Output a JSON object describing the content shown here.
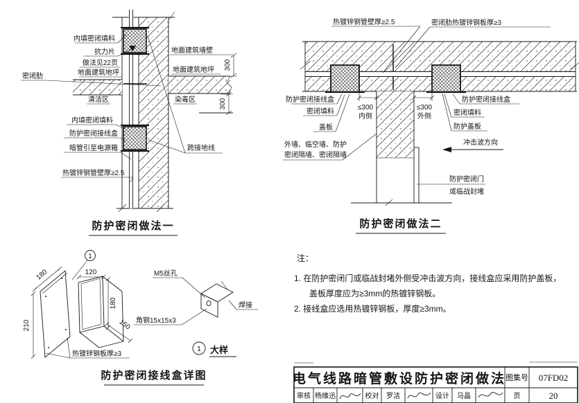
{
  "fig1": {
    "title": "防护密闭做法一",
    "labels": {
      "inner_fill_top": "内填密闭填料",
      "resist_plate": "抗力片",
      "method_ref": "做法见22页",
      "floor_left": "地面建筑地坪",
      "seal_rib": "密闭肋",
      "clean_zone": "清洁区",
      "wall_above": "地面建筑墙壁",
      "floor_right": "地面建筑地坪",
      "toxic_zone": "染毒区",
      "inner_fill_bottom": "内填密闭填料",
      "junction_box": "防护密闭接线盒",
      "conduit_to_panel": "暗管引至电源箱",
      "pipe_wall": "热镀锌钢管壁厚≥2.5",
      "bond_wire": "跨接地线"
    },
    "dims": {
      "d300_top": "300",
      "d300_bottom": "300"
    }
  },
  "fig2": {
    "title": "防护密闭做法二",
    "labels": {
      "pipe_wall": "热镀锌钢管壁厚≥2.5",
      "rib_plate": "密闭肋热镀锌钢板厚≥3",
      "junction_box_left": "防护密闭接线盒",
      "seal_fill_left": "密闭填料",
      "cover_plate": "盖板",
      "wall_list_line1": "外墙、临空墙、防护",
      "wall_list_line2": "密闭隔墙、密闭隔墙",
      "inner_side": "内侧",
      "outer_side": "外侧",
      "junction_box_right": "防护密闭接线盒",
      "seal_fill_right": "密闭填料",
      "protect_cover": "防护盖板",
      "shock_direction": "冲击波方向",
      "door_line1": "防护密闭门",
      "door_line2": "或临战封堵"
    },
    "dims": {
      "le300_inner": "≤300",
      "le300_outer": "≤300"
    }
  },
  "fig3": {
    "title": "防护密闭接线盒详图",
    "callout_no": "1",
    "detail_no": "1",
    "detail_label": "大样",
    "labels": {
      "m5_hole": "M5丝孔",
      "weld": "焊接",
      "angle_steel": "角钢15x15x3",
      "plate_thickness": "热镀锌钢板厚≥3"
    },
    "dims": {
      "d180_plate": "180",
      "d120": "120",
      "d180_box": "180",
      "d210": "210",
      "d150": "150"
    }
  },
  "notes": {
    "heading": "注：",
    "n1_line1": "1. 在防护密闭门或临战封堵外侧受冲击波方向，接线盒应采用防护盖板，",
    "n1_line2": "盖板厚度应为≥3mm的热镀锌钢板。",
    "n2": "2. 接线盒应选用热镀锌钢板，厚度≥3mm。"
  },
  "titleblock": {
    "title": "电气线路暗管敷设防护密闭做法",
    "atlas_label": "图集号",
    "atlas_no": "07FD02",
    "page_label": "页",
    "page_no": "20",
    "review_label": "审核",
    "review_name": "杨维迅",
    "check_label": "校对",
    "check_name": "罗洁",
    "design_label": "设计",
    "design_name": "马晶"
  },
  "colors": {
    "ink": "#141414",
    "paper": "#ffffff"
  }
}
